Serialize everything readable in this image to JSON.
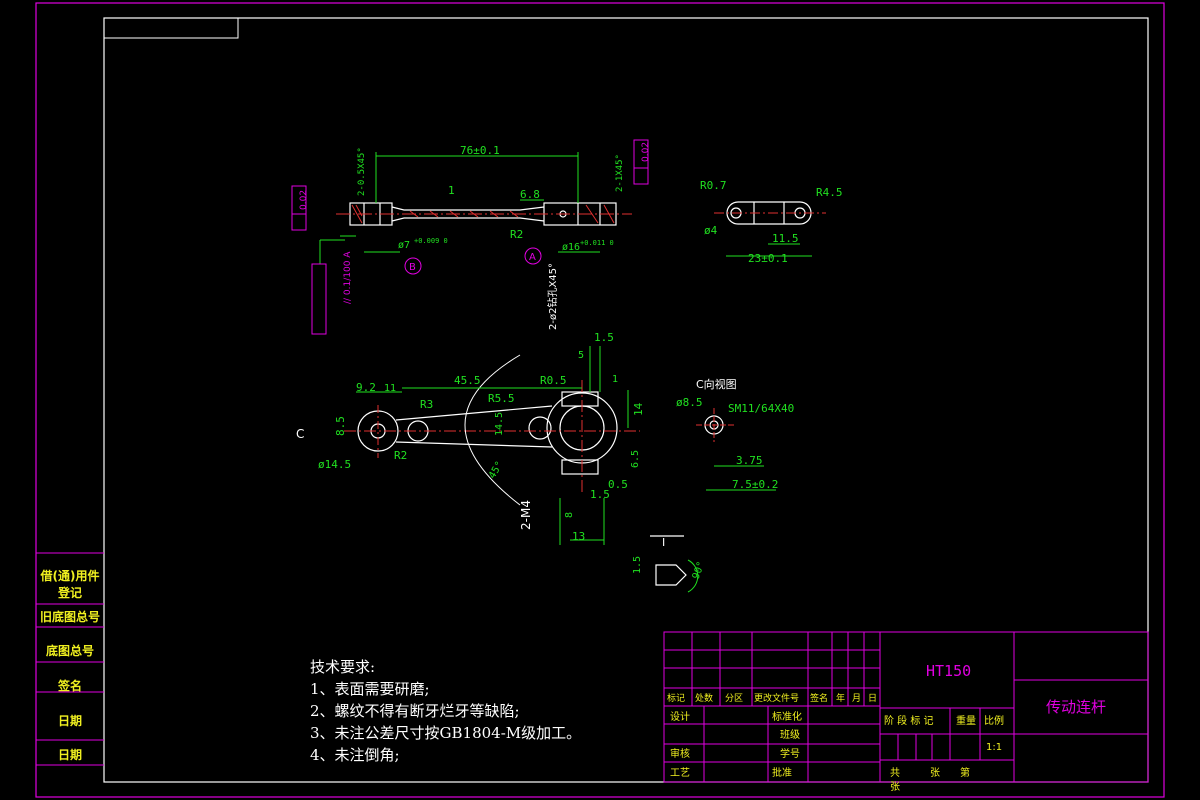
{
  "title_block": {
    "material": "HT150",
    "part_name": "传动连杆",
    "scale": "1:1",
    "header_row": [
      "标记",
      "处数",
      "分区",
      "更改文件号",
      "签名",
      "年",
      "月",
      "日"
    ],
    "left_labels": [
      "设计",
      "审核",
      "工艺"
    ],
    "mid_labels": [
      "标准化",
      "批准"
    ],
    "mid_labels_b": [
      "班级",
      "学号"
    ],
    "stage_labels": [
      "阶 段 标 记",
      "重量",
      "比例"
    ],
    "sheet_labels": [
      "共",
      "张",
      "第",
      "张"
    ]
  },
  "side_labels": [
    "借(通)用件登记",
    "旧底图总号",
    "底图总号",
    "签名",
    "日期",
    "日期"
  ],
  "notes": {
    "title": "技术要求:",
    "items": [
      "1、表面需要研磨;",
      "2、螺纹不得有断牙烂牙等缺陷;",
      "3、未注公差尺寸按GB1804-M级加工。",
      "4、未注倒角;"
    ]
  },
  "dims_top": {
    "length": "76±0.1",
    "d68": "6.8",
    "one": "1",
    "r2": "R2",
    "chamfer_l": "2-0.5X45°",
    "chamfer_r": "2-1X45°",
    "tol_l": "0.02",
    "tol_r": "0.02",
    "datum_a": "A",
    "datum_b": "B",
    "parallel": "// 0.1/100 A",
    "d7": "ø7",
    "d16": "ø16",
    "d7_tol": "+0.009 0",
    "d16_tol": "+0.011 0"
  },
  "dims_side": {
    "r07": "R0.7",
    "r45": "R4.5",
    "d4": "ø4",
    "d115": "11.5",
    "d23": "23±0.1"
  },
  "dims_front": {
    "d92": "9.2",
    "d11": "11",
    "d455": "45.5",
    "r55": "R5.5",
    "r05": "R0.5",
    "r3": "R3",
    "r2": "R2",
    "d85": "8.5",
    "d145": "ø14.5",
    "d145b": "14.5",
    "d14": "14",
    "d15": "1.5",
    "d5": "5",
    "d1": "1",
    "d05": "0.5",
    "d15b": "1.5",
    "d13": "13",
    "d65": "6.5",
    "m4": "2-M4",
    "angle": "45°",
    "hole_note": "2-ø2钻孔X45°",
    "view_c": "C",
    "d8": "8"
  },
  "dims_cview": {
    "title": "C向视图",
    "d85": "ø8.5",
    "thread": "SM11/64X40",
    "d375": "3.75",
    "d75": "7.5±0.2"
  },
  "dims_detail": {
    "d15": "1.5",
    "angle": "90°",
    "i": "I"
  }
}
